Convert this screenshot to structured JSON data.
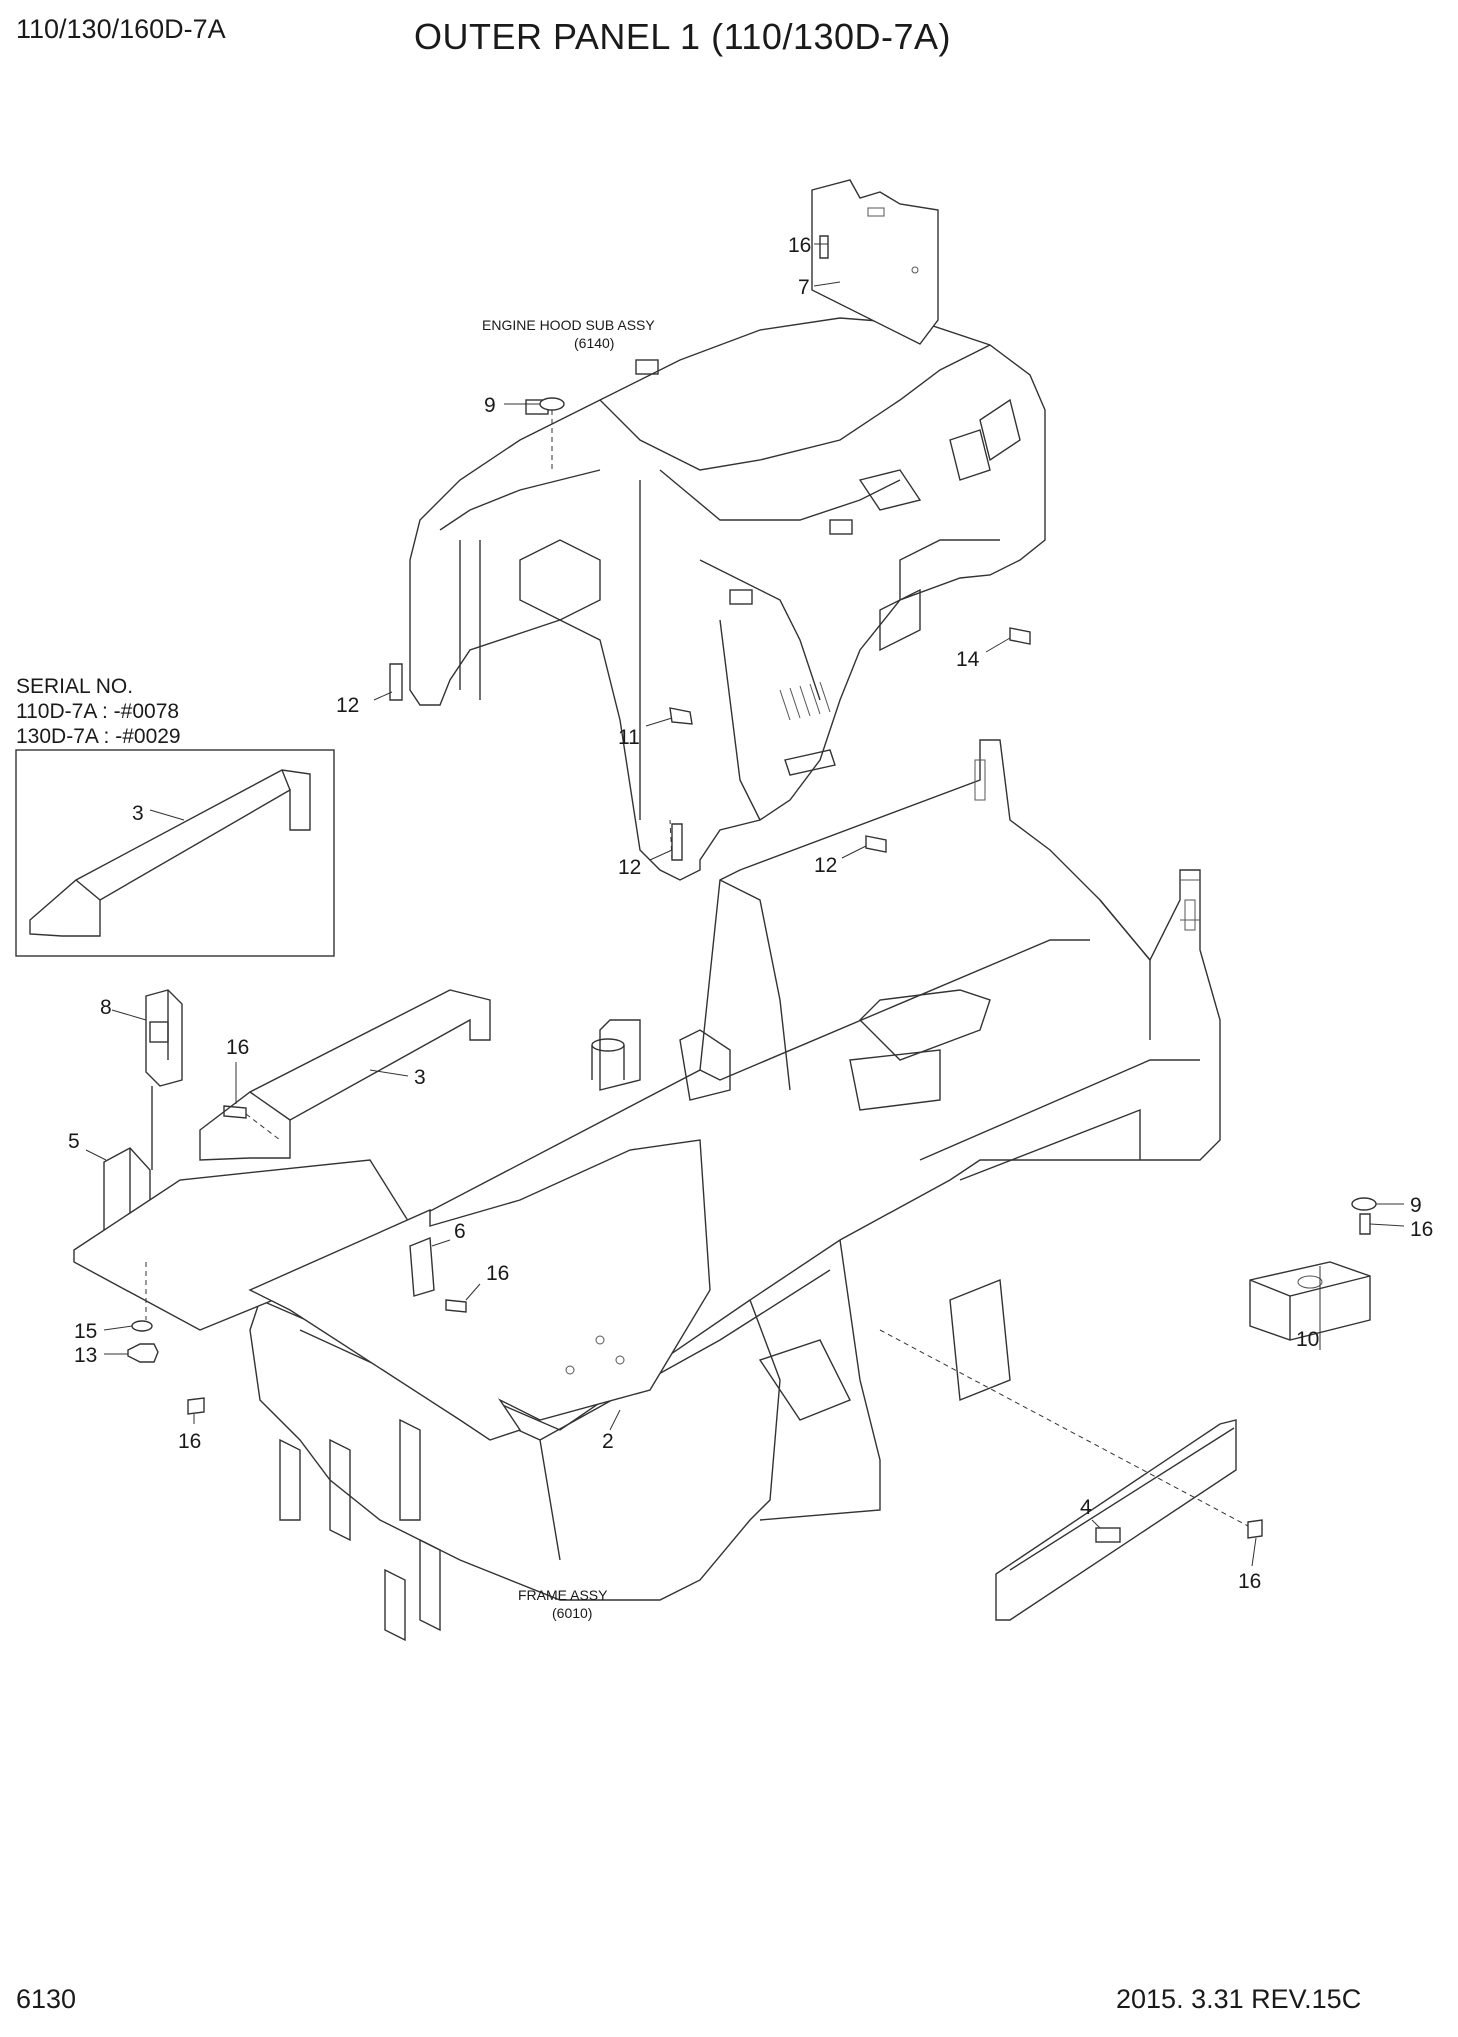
{
  "header": {
    "model": "110/130/160D-7A",
    "title": "OUTER PANEL 1 (110/130D-7A)"
  },
  "footer": {
    "page_number": "6130",
    "revision": "2015. 3.31  REV.15C"
  },
  "serial_note": {
    "heading": "SERIAL NO.",
    "line1": "110D-7A : -#0078",
    "line2": "130D-7A : -#0029"
  },
  "assemblies": {
    "engine_hood": {
      "name": "ENGINE HOOD SUB ASSY",
      "code": "(6140)"
    },
    "frame": {
      "name": "FRAME ASSY",
      "code": "(6010)"
    }
  },
  "callouts": [
    "16",
    "7",
    "9",
    "12",
    "11",
    "14",
    "12",
    "12",
    "3",
    "8",
    "16",
    "3",
    "5",
    "6",
    "16",
    "15",
    "13",
    "16",
    "2",
    "9",
    "16",
    "10",
    "4",
    "16"
  ]
}
